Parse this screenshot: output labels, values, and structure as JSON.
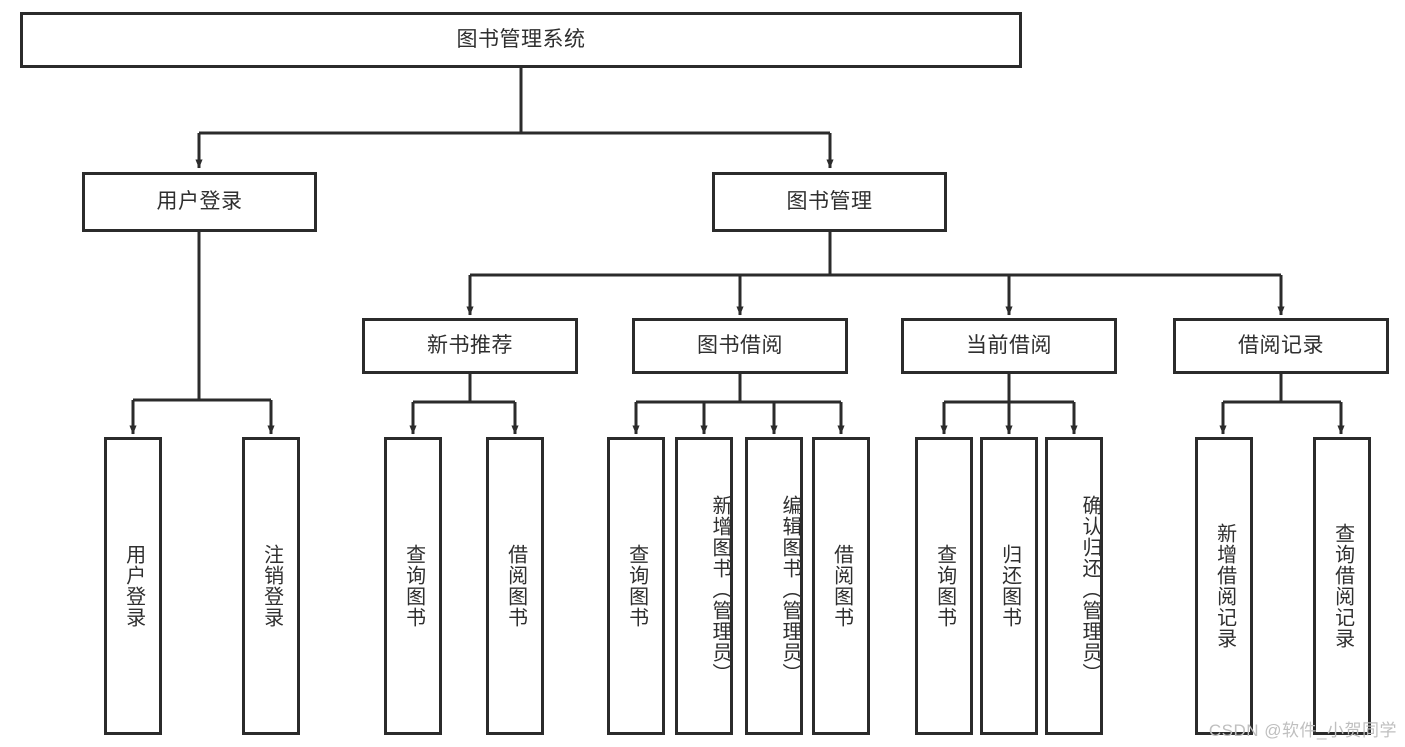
{
  "diagram": {
    "type": "tree",
    "title": "图书管理系统",
    "root": {
      "label": "图书管理系统"
    },
    "level2": [
      {
        "label": "用户登录"
      },
      {
        "label": "图书管理"
      }
    ],
    "level3": [
      {
        "label": "新书推荐"
      },
      {
        "label": "图书借阅"
      },
      {
        "label": "当前借阅"
      },
      {
        "label": "借阅记录"
      }
    ],
    "leaves": {
      "user_login": [
        {
          "label": "用户登录"
        },
        {
          "label": "注销登录"
        }
      ],
      "new_book_recommend": [
        {
          "label": "查询图书"
        },
        {
          "label": "借阅图书"
        }
      ],
      "book_borrow": [
        {
          "label": "查询图书"
        },
        {
          "label": "新增图书（管理员）"
        },
        {
          "label": "编辑图书（管理员）"
        },
        {
          "label": "借阅图书"
        }
      ],
      "current_borrow": [
        {
          "label": "查询图书"
        },
        {
          "label": "归还图书"
        },
        {
          "label": "确认归还（管理员）"
        }
      ],
      "borrow_record": [
        {
          "label": "新增借阅记录"
        },
        {
          "label": "查询借阅记录"
        }
      ]
    },
    "colors": {
      "stroke": "#2b2b2b",
      "text": "#2f2f2f",
      "background": "#ffffff",
      "watermark": "#bfbfbf"
    }
  },
  "watermark": {
    "text": "CSDN @软件_小贺同学"
  }
}
